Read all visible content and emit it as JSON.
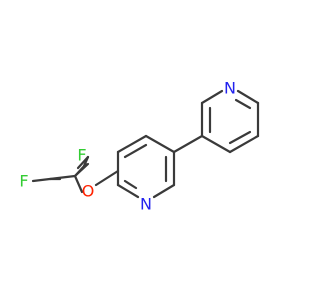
{
  "molecule": {
    "atoms": [
      {
        "id": "F1",
        "symbol": "F",
        "color": "#33cc33"
      },
      {
        "id": "F2",
        "symbol": "F",
        "color": "#33cc33"
      },
      {
        "id": "O",
        "symbol": "O",
        "color": "#ff2200"
      },
      {
        "id": "N1",
        "symbol": "N",
        "color": "#2222ee"
      },
      {
        "id": "N2",
        "symbol": "N",
        "color": "#2222ee"
      }
    ],
    "bond_color": "#3a3a3a"
  }
}
